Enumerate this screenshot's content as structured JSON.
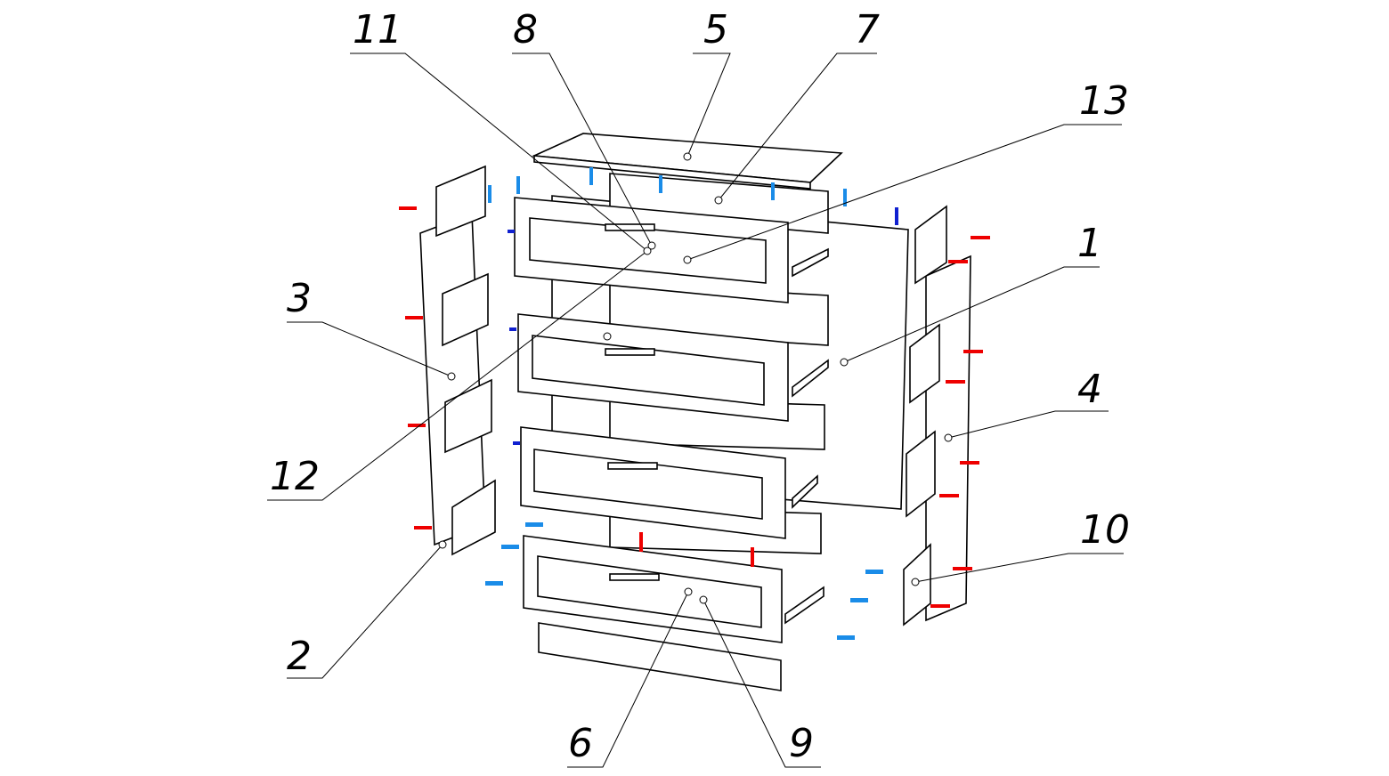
{
  "diagram": {
    "type": "exploded-assembly",
    "callouts": [
      {
        "id": "callout-11",
        "label": "11"
      },
      {
        "id": "callout-8",
        "label": "8"
      },
      {
        "id": "callout-5",
        "label": "5"
      },
      {
        "id": "callout-7",
        "label": "7"
      },
      {
        "id": "callout-13",
        "label": "13"
      },
      {
        "id": "callout-1",
        "label": "1"
      },
      {
        "id": "callout-4",
        "label": "4"
      },
      {
        "id": "callout-10",
        "label": "10"
      },
      {
        "id": "callout-9",
        "label": "9"
      },
      {
        "id": "callout-6",
        "label": "6"
      },
      {
        "id": "callout-2",
        "label": "2"
      },
      {
        "id": "callout-12",
        "label": "12"
      },
      {
        "id": "callout-3",
        "label": "3"
      }
    ],
    "colors": {
      "fastener_red": "#e00000",
      "fastener_blue": "#1a8ce8",
      "fastener_dark_blue": "#1020d0",
      "line": "#000000"
    }
  }
}
